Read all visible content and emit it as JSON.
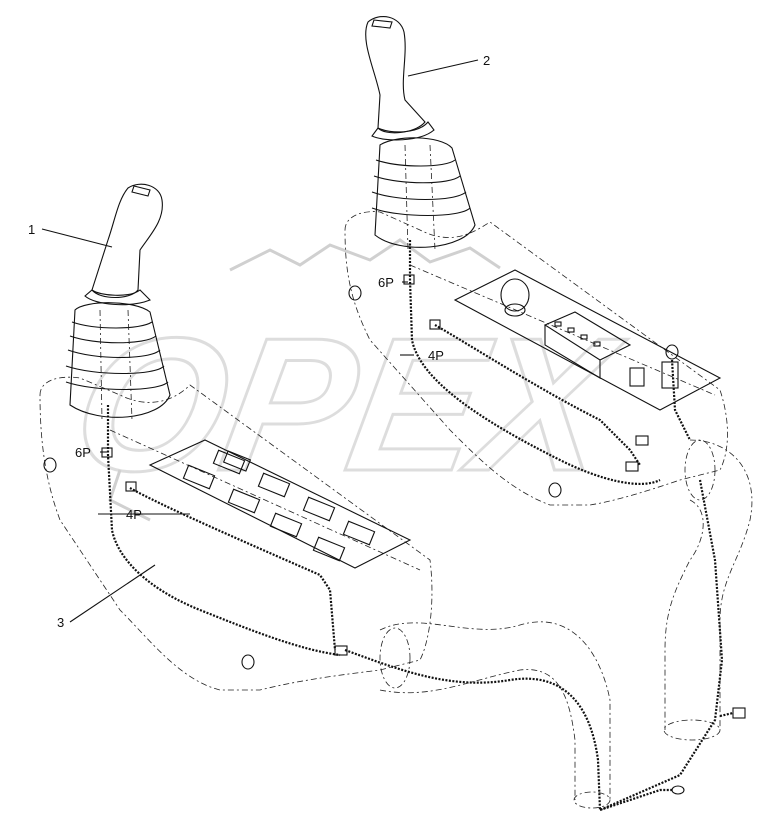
{
  "callouts": [
    {
      "id": "1",
      "text": "1"
    },
    {
      "id": "2",
      "text": "2"
    },
    {
      "id": "3",
      "text": "3"
    }
  ],
  "connectors": {
    "left_6p": "6P",
    "left_4p": "4P",
    "right_6p": "6P",
    "right_4p": "4P"
  },
  "watermark": "OPEX",
  "colors": {
    "line": "#111111",
    "watermark": "#d0d0d0",
    "background": "#ffffff"
  }
}
